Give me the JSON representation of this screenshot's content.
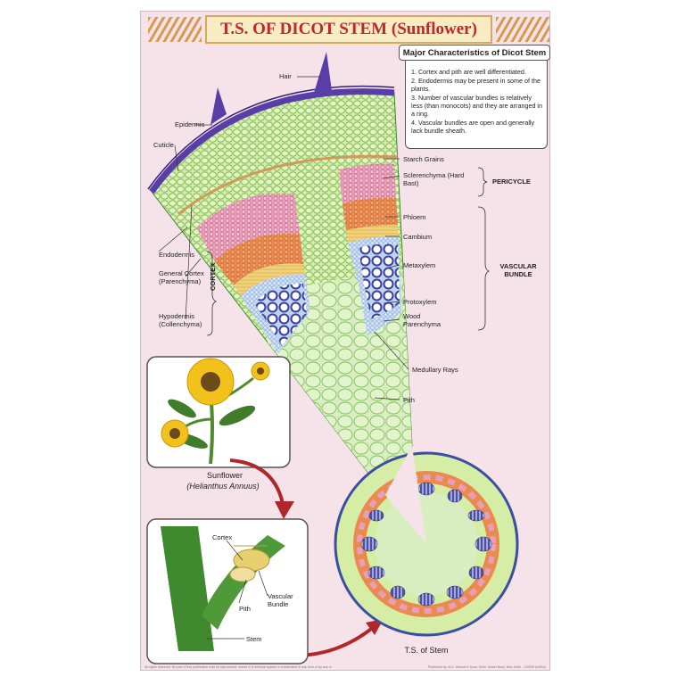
{
  "title": "T.S. OF DICOT STEM (Sunflower)",
  "info_box": {
    "heading": "Major Characteristics of Dicot Stem",
    "points": [
      "1. Cortex and pith are well differentiated.",
      "2. Endodermis may be present in some of the plants.",
      "3. Number of vascular bundles is relatively less (than monocots) and they are arranged in a ring.",
      "4. Vascular bundles are open and generally lack bundle sheath."
    ]
  },
  "labels": {
    "hair": "Hair",
    "epidermis": "Epidermis",
    "cuticle": "Cuticle",
    "endodermis": "Endodermis",
    "general_cortex": "General Cortex (Parenchyma)",
    "hypodermis": "Hypodermis (Collenchyma)",
    "cortex_brace": "CORTEX",
    "starch_grains": "Starch Grains",
    "sclerenchyma": "Sclerenchyma (Hard Bast)",
    "pericycle_brace": "PERICYCLE",
    "phloem": "Phloem",
    "cambium": "Cambium",
    "metaxylem": "Metaxylem",
    "protoxylem": "Protoxylem",
    "wood_parenchyma": "Wood Parenchyma",
    "vascular_bundle_brace": "VASCULAR BUNDLE",
    "medullary_rays": "Medullary Rays",
    "pith": "Pith"
  },
  "sunflower": {
    "name": "Sunflower",
    "scientific": "(Helianthus Annuus)"
  },
  "stem_box": {
    "cortex": "Cortex",
    "pith": "Pith",
    "vascular_bundle": "Vascular Bundle",
    "stem": "Stem"
  },
  "ts_caption": "T.S. of Stem",
  "footer_left": "All rights reserved. No part of this publication may be reproduced, stored in a retrieval system or transmitted in any form or by any means without prior permission of the publisher.",
  "footer_right": "Published by: M.C. Bansal & Sons, Delhi, Model Basti, New Delhi - 110005 (INDIA)",
  "colors": {
    "background": "#f6e3ea",
    "title": "#c0272d",
    "epidermis": "#5a3ea8",
    "cortex": "#d6eda6",
    "pericycle": "#e8a0b8",
    "phloem": "#e98a4e",
    "cambium": "#f1d27a",
    "xylem": "#4a4fa8",
    "pith": "#d9eec0",
    "arrow": "#b0262a"
  }
}
